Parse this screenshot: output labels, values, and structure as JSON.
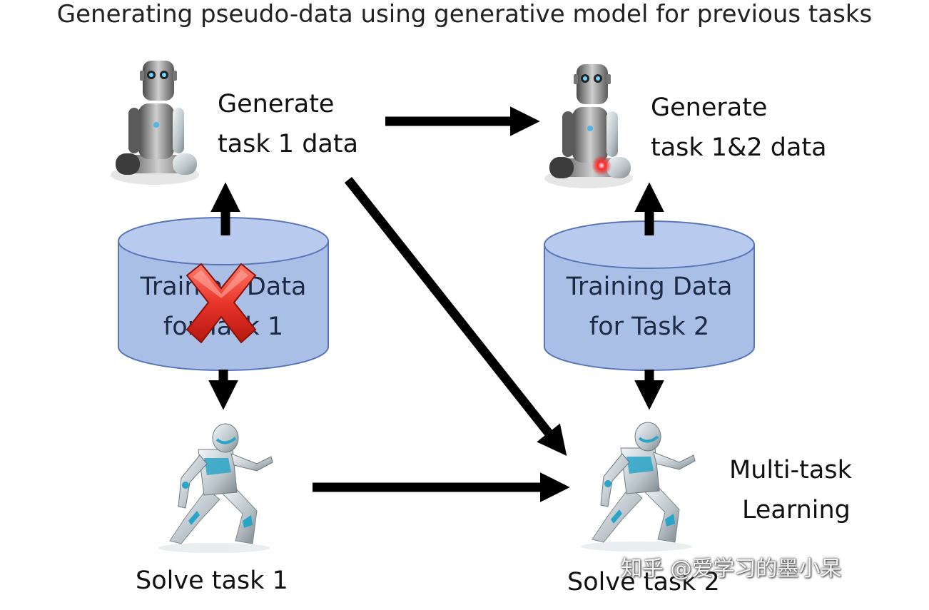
{
  "title": "Generating pseudo-data using generative model for previous tasks",
  "generator_1": {
    "line1": "Generate",
    "line2": "task 1 data"
  },
  "generator_2": {
    "line1": "Generate",
    "line2": "task 1&2 data"
  },
  "database_1": {
    "line1": "Training Data",
    "line2": "for Task 1",
    "status": "removed"
  },
  "database_2": {
    "line1": "Training Data",
    "line2": "for Task 2"
  },
  "solver_1": {
    "label": "Solve task 1"
  },
  "solver_2": {
    "label_line1": "Multi-task",
    "label_line2": "Learning",
    "caption": "Solve task 2"
  },
  "icons": {
    "generator": "sitting-robot-icon",
    "solver": "crouching-robot-icon",
    "removed": "red-x-icon"
  },
  "colors": {
    "database_fill": "#aabfe6",
    "database_stroke": "#5a76b8",
    "arrow": "#000000",
    "cross": "#e8352a"
  },
  "watermark": "知乎 @爱学习的墨小呆"
}
